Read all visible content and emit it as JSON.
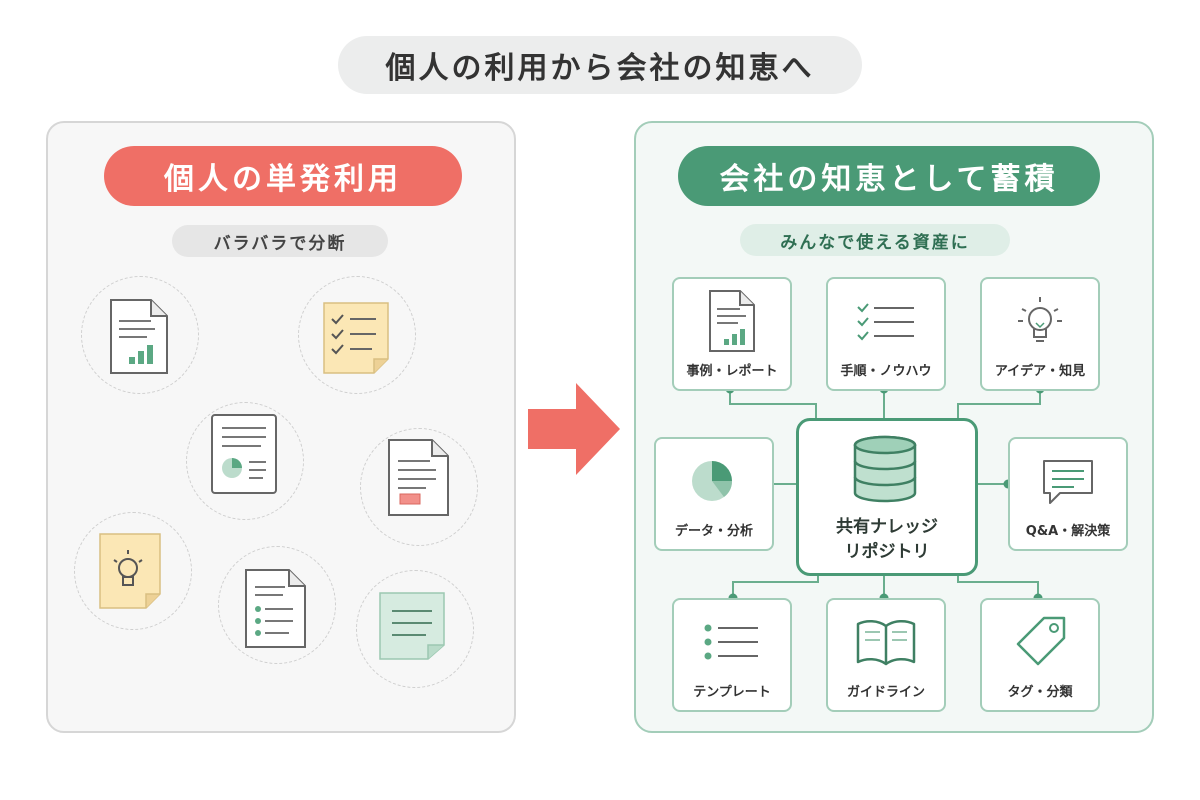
{
  "title": "個人の利用から会社の知恵へ",
  "left": {
    "header": "個人の単発利用",
    "subheader": "バラバラで分断"
  },
  "right": {
    "header": "会社の知恵として蓄積",
    "subheader": "みんなで使える資産に",
    "center": {
      "line1": "共有ナレッジ",
      "line2": "リポジトリ"
    },
    "nodes": {
      "cases": "事例・レポート",
      "procedures": "手順・ノウハウ",
      "ideas": "アイデア・知見",
      "data": "データ・分析",
      "qa": "Q&A・解決策",
      "templates": "テンプレート",
      "guidelines": "ガイドライン",
      "tags": "タグ・分類"
    }
  },
  "colors": {
    "red": "#ef6f66",
    "green": "#4a9a76",
    "light_green": "#a3cdb9",
    "yellow": "#fbe7b5"
  }
}
